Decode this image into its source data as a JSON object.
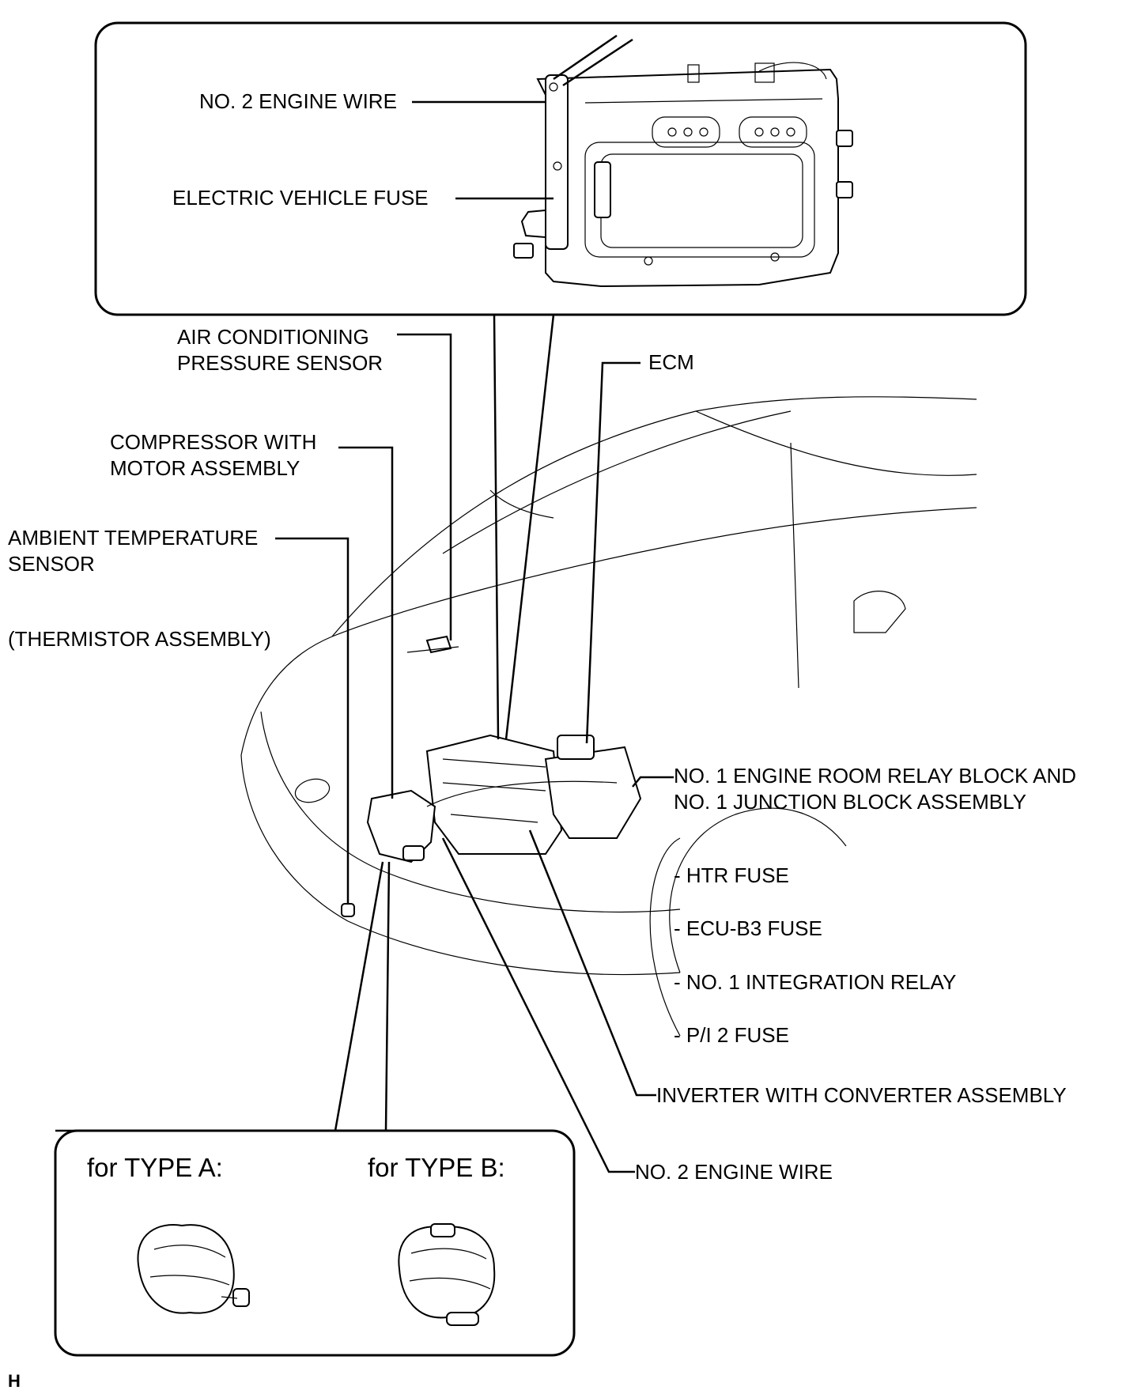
{
  "labels": {
    "no2_engine_wire_top": "NO. 2 ENGINE WIRE",
    "electric_vehicle_fuse": "ELECTRIC VEHICLE FUSE",
    "air_conditioning_pressure_sensor": [
      "AIR CONDITIONING",
      "PRESSURE SENSOR"
    ],
    "ecm": "ECM",
    "compressor_with_motor_assembly": [
      "COMPRESSOR WITH",
      "MOTOR ASSEMBLY"
    ],
    "ambient_temperature_sensor": [
      "AMBIENT TEMPERATURE",
      "SENSOR"
    ],
    "thermistor_assembly": "(THERMISTOR ASSEMBLY)",
    "relay_block": [
      "NO. 1 ENGINE ROOM RELAY BLOCK AND",
      "NO. 1 JUNCTION BLOCK ASSEMBLY"
    ],
    "fuse_list": [
      "- HTR FUSE",
      "- ECU-B3 FUSE",
      "- NO. 1 INTEGRATION RELAY",
      "- P/I 2 FUSE"
    ],
    "inverter_with_converter_assembly": "INVERTER WITH CONVERTER ASSEMBLY",
    "no2_engine_wire_bottom": "NO. 2 ENGINE WIRE",
    "for_type_a": "for TYPE A:",
    "for_type_b": "for TYPE B:",
    "corner_mark": "H"
  }
}
